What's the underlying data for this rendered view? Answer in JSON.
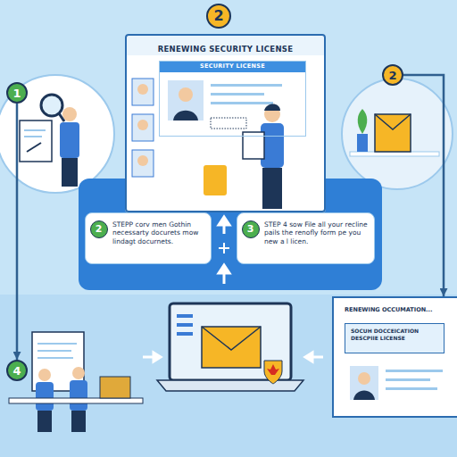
{
  "diagram": {
    "nodes": [
      {
        "text": [
          "2"
        ]
      },
      {
        "text": [
          "RENEWING SECURITY LICENSE"
        ]
      },
      {
        "text": [
          "SECURITY LICENSE"
        ],
        "in": 1
      },
      {
        "text": [
          "1"
        ]
      },
      {
        "text": [
          "2"
        ]
      },
      {
        "text": [
          "STEPP corv men Gothin necessarty docurets mow lindagt docurnets."
        ]
      },
      {
        "text": [
          "2"
        ],
        "in": 5
      },
      {
        "text": [
          "STEP 4 sow File all your recline pails the renofly form pe you new a l licen."
        ]
      },
      {
        "text": [
          "3"
        ],
        "in": 7
      },
      {
        "text": [
          "4"
        ]
      },
      {
        "text": [
          "RENEWING OCCUMATION..."
        ]
      },
      {
        "text": [
          "SOCUH DOCCEICATION DESCPIIE LICENSE"
        ],
        "in": 10
      }
    ],
    "edges": [
      {
        "from": 3,
        "to": 9,
        "arrow": "to"
      },
      {
        "from": 4,
        "to": 10,
        "arrow": "to"
      }
    ]
  }
}
